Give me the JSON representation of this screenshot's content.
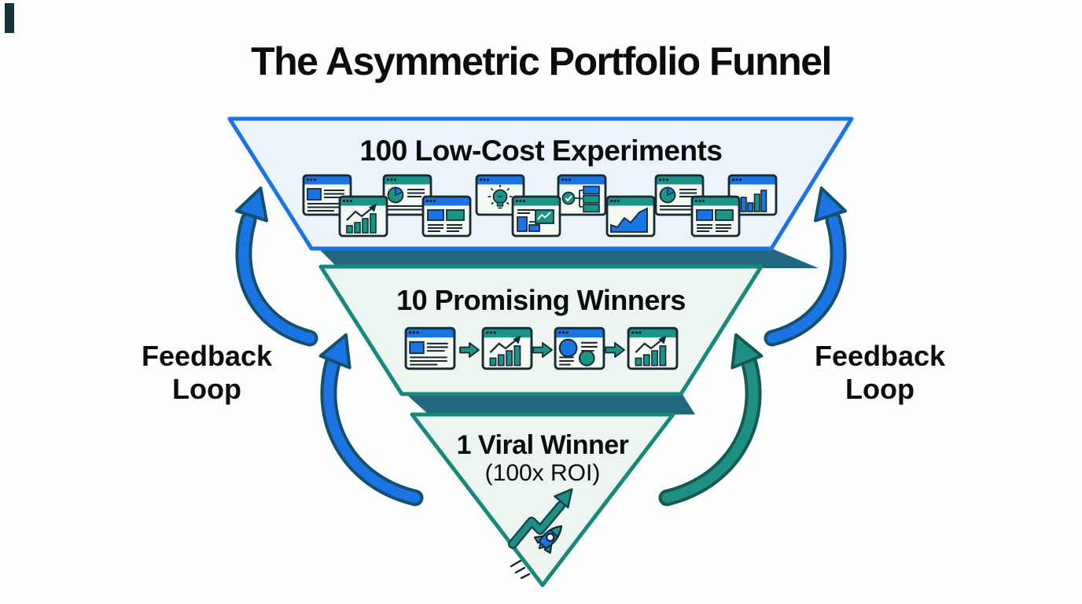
{
  "title": "The Asymmetric Portfolio Funnel",
  "funnel": {
    "tiers": [
      {
        "label": "100 Low-Cost Experiments",
        "icons": [
          "doc-text",
          "bar-chart-trend",
          "pie-chart",
          "two-panels",
          "lightbulb",
          "mini-dashboard",
          "checklist-flow",
          "area-chart",
          "pie-chart",
          "two-panels-teal",
          "bar-chart-blue"
        ]
      },
      {
        "label": "10 Promising Winners",
        "icons": [
          "doc-text",
          "bar-chart-trend",
          "circles-report",
          "bar-chart-trend"
        ],
        "connector_icon": "arrow-right"
      },
      {
        "label": "1 Viral Winner",
        "sublabel": "(100x ROI)",
        "icons": [
          "growth-arrow",
          "rocket"
        ]
      }
    ]
  },
  "feedback_left": {
    "line1": "Feedback",
    "line2": "Loop"
  },
  "feedback_right": {
    "line1": "Feedback",
    "line2": "Loop"
  },
  "colors": {
    "blue": "#1b74e4",
    "teal": "#1b9488",
    "teal_border": "#17897b",
    "depth_band": "#21687e",
    "top_fill": "#edf3fb",
    "tier_fill": "#edf5f1",
    "arrow_blue": "#1b74e4",
    "arrow_teal": "#1e8f82",
    "icon_outline": "#182a31",
    "ink": "#0c0c0d"
  }
}
